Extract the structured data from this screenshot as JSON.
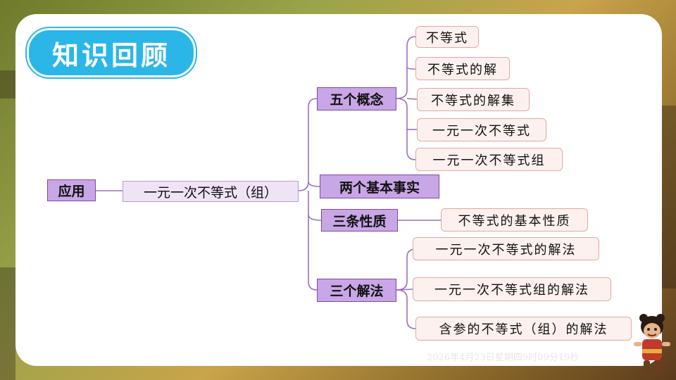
{
  "header": {
    "title": "知识回顾"
  },
  "mindmap": {
    "app_node": "应用",
    "root": "一元一次不等式（组）",
    "branches": [
      {
        "label": "五个概念",
        "leaves": [
          "不等式",
          "不等式的解",
          "不等式的解集",
          "一元一次不等式",
          "一元一次不等式组"
        ]
      },
      {
        "label": "两个基本事实",
        "leaves": []
      },
      {
        "label": "三条性质",
        "leaves": [
          "不等式的基本性质"
        ]
      },
      {
        "label": "三个解法",
        "leaves": [
          "一元一次不等式的解法",
          "一元一次不等式组的解法",
          "含参的不等式（组）的解法"
        ]
      }
    ]
  },
  "footer": {
    "datetime": "2026年4月23日星期四9时09分19秒"
  },
  "colors": {
    "title_bg": "#2bb6e8",
    "branch_bg": "#c9a6e6",
    "leaf_border": "#e0a9a2",
    "line": "#9b6fbf"
  },
  "icons": {
    "mascot": "cartoon-character-icon"
  }
}
